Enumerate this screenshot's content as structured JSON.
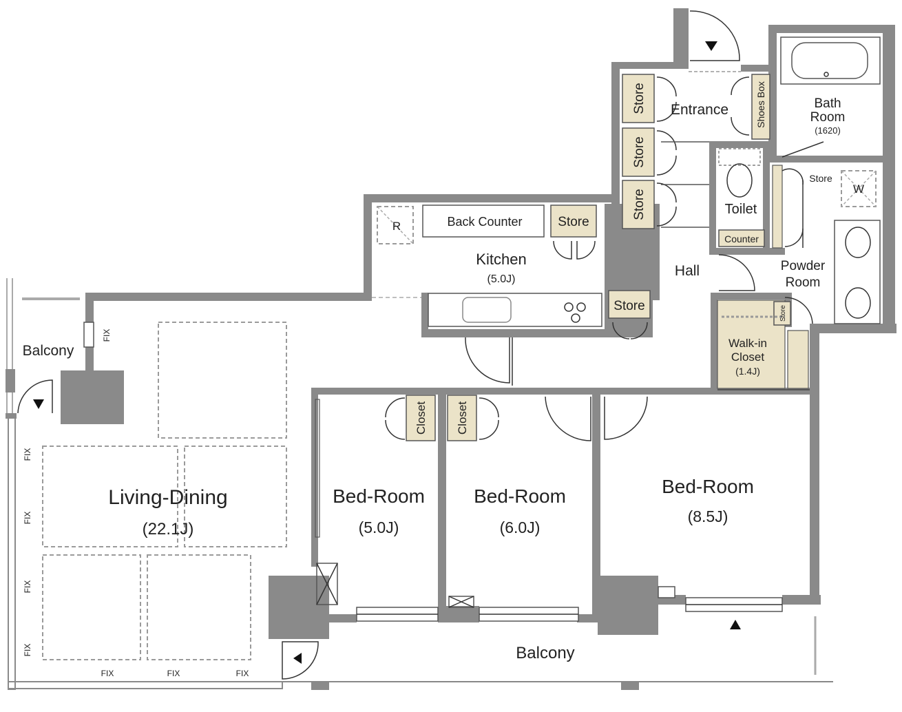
{
  "rooms": {
    "living": {
      "name": "Living-Dining",
      "size": "(22.1J)"
    },
    "kitchen": {
      "name": "Kitchen",
      "size": "(5.0J)"
    },
    "bed1": {
      "name": "Bed-Room",
      "size": "(5.0J)"
    },
    "bed2": {
      "name": "Bed-Room",
      "size": "(6.0J)"
    },
    "bed3": {
      "name": "Bed-Room",
      "size": "(8.5J)"
    },
    "bath": {
      "name1": "Bath",
      "name2": "Room",
      "size": "(1620)"
    },
    "toilet": {
      "name": "Toilet",
      "counter": "Counter"
    },
    "powder": {
      "name1": "Powder",
      "name2": "Room"
    },
    "walkin": {
      "name1": "Walk-in",
      "name2": "Closet",
      "size": "(1.4J)"
    },
    "entrance": "Entrance",
    "hall": "Hall",
    "balcony_left": "Balcony",
    "balcony_bottom": "Balcony"
  },
  "fixtures": {
    "back_counter": "Back Counter",
    "store": "Store",
    "shoes_box": "Shoes Box",
    "closet": "Closet",
    "fridge": "R",
    "washer": "W",
    "fix": "FIX"
  }
}
